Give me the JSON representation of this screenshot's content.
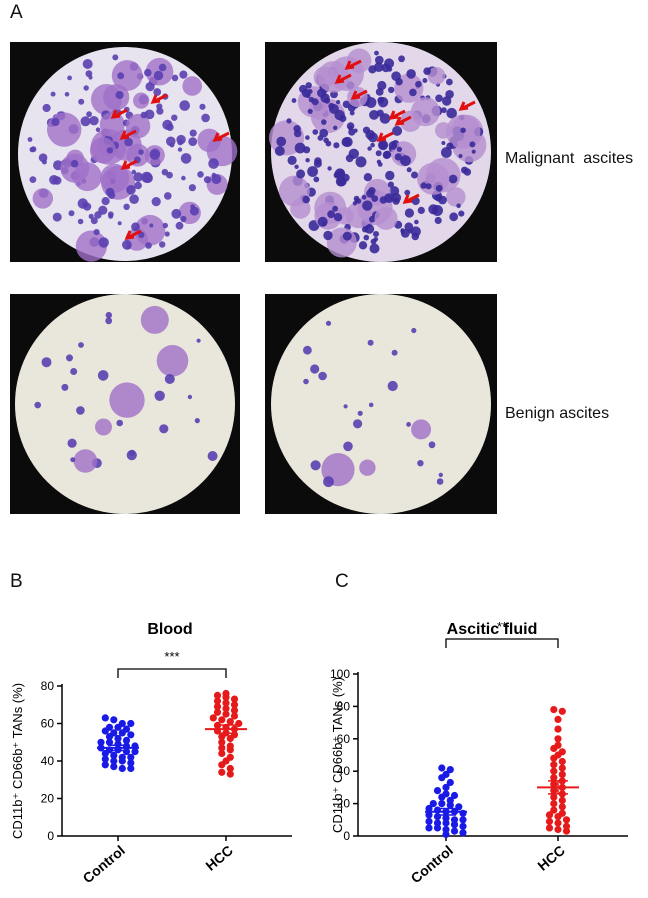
{
  "panel_a": {
    "letter": "A",
    "rows": [
      {
        "label": "Malignant  ascites"
      },
      {
        "label": "Benign ascites"
      }
    ]
  },
  "panel_b": {
    "letter": "B"
  },
  "panel_c": {
    "letter": "C"
  },
  "colors": {
    "control": "#1a1ae6",
    "hcc": "#e61a1a",
    "stain": "#6a3fa8",
    "arrow": "#e01010"
  },
  "chart_data": [
    {
      "type": "scatter",
      "title": "Blood",
      "ylabel": "CD11b⁺ CD66b⁺ TANs (%)",
      "ylim": [
        0,
        80
      ],
      "yticks": [
        0,
        20,
        40,
        60,
        80
      ],
      "categories": [
        "Control",
        "HCC"
      ],
      "significance": "***",
      "series": [
        {
          "name": "Control",
          "mean": 47,
          "sem": 1.4,
          "values": [
            63,
            62,
            60,
            60,
            58,
            58,
            57,
            56,
            55,
            55,
            54,
            53,
            52,
            51,
            50,
            50,
            49,
            48,
            48,
            47,
            46,
            46,
            45,
            45,
            44,
            43,
            42,
            42,
            41,
            40,
            40,
            39,
            38,
            37,
            36,
            36
          ]
        },
        {
          "name": "HCC",
          "mean": 57,
          "sem": 2.2,
          "values": [
            76,
            75,
            74,
            73,
            72,
            71,
            70,
            69,
            68,
            67,
            66,
            65,
            64,
            63,
            62,
            61,
            60,
            59,
            58,
            57,
            56,
            55,
            54,
            53,
            52,
            50,
            48,
            47,
            46,
            44,
            42,
            40,
            38,
            36,
            34,
            33
          ]
        }
      ]
    },
    {
      "type": "scatter",
      "title": "Ascitic fluid",
      "ylabel": "CD11b⁺ CD66b⁺ TANs (%)",
      "ylim": [
        0,
        100
      ],
      "yticks": [
        0,
        20,
        40,
        60,
        80,
        100
      ],
      "categories": [
        "Control",
        "HCC"
      ],
      "significance": "**",
      "series": [
        {
          "name": "Control",
          "mean": 15,
          "sem": 2.0,
          "values": [
            42,
            41,
            38,
            36,
            33,
            30,
            28,
            26,
            25,
            24,
            22,
            20,
            20,
            19,
            18,
            17,
            16,
            15,
            15,
            14,
            13,
            12,
            11,
            10,
            10,
            9,
            8,
            8,
            7,
            6,
            5,
            5,
            4,
            3,
            2,
            1
          ]
        },
        {
          "name": "HCC",
          "mean": 30,
          "sem": 4.0,
          "values": [
            78,
            77,
            72,
            66,
            60,
            56,
            54,
            52,
            50,
            48,
            46,
            44,
            42,
            40,
            38,
            36,
            34,
            32,
            30,
            28,
            26,
            24,
            22,
            20,
            18,
            16,
            14,
            13,
            12,
            10,
            9,
            8,
            6,
            5,
            4,
            3
          ]
        }
      ]
    }
  ]
}
